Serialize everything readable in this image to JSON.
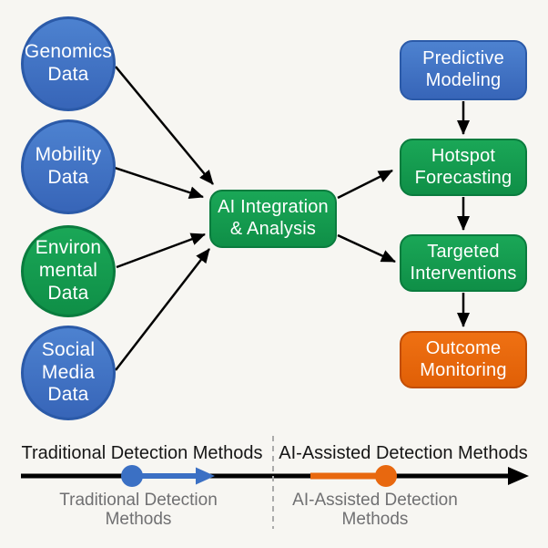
{
  "diagram": {
    "sources": [
      {
        "id": "genomics-data",
        "label": "Genomics\nData",
        "color": "#3b70c4"
      },
      {
        "id": "mobility-data",
        "label": "Mobility\nData",
        "color": "#3b70c4"
      },
      {
        "id": "environmental-data",
        "label": "Environ\nmental\nData",
        "color": "#12a050"
      },
      {
        "id": "social-media-data",
        "label": "Social\nMedia\nData",
        "color": "#3b70c4"
      }
    ],
    "hub": {
      "id": "ai-integration-analysis",
      "label": "AI Integration\n& Analysis",
      "color": "#12a050"
    },
    "pipeline": [
      {
        "id": "predictive-modeling",
        "label": "Predictive\nModeling",
        "color": "#3b70c4"
      },
      {
        "id": "hotspot-forecasting",
        "label": "Hotspot\nForecasting",
        "color": "#12a050"
      },
      {
        "id": "targeted-interventions",
        "label": "Targeted\nInterventions",
        "color": "#12a050"
      },
      {
        "id": "outcome-monitoring",
        "label": "Outcome\nMonitoring",
        "color": "#e8680f"
      }
    ]
  },
  "timeline": {
    "left_title": "Traditional Detection Methods",
    "right_title": "AI-Assisted Detection Methods",
    "left_caption": "Traditional Detection\nMethods",
    "right_caption": "AI-Assisted Detection\nMethods"
  },
  "colors": {
    "background": "#f7f6f2",
    "arrow_black": "#000000",
    "timeline_blue": "#3b70c4",
    "timeline_orange": "#e8680f",
    "caption_gray": "#707072",
    "divider_gray": "#ababab"
  }
}
